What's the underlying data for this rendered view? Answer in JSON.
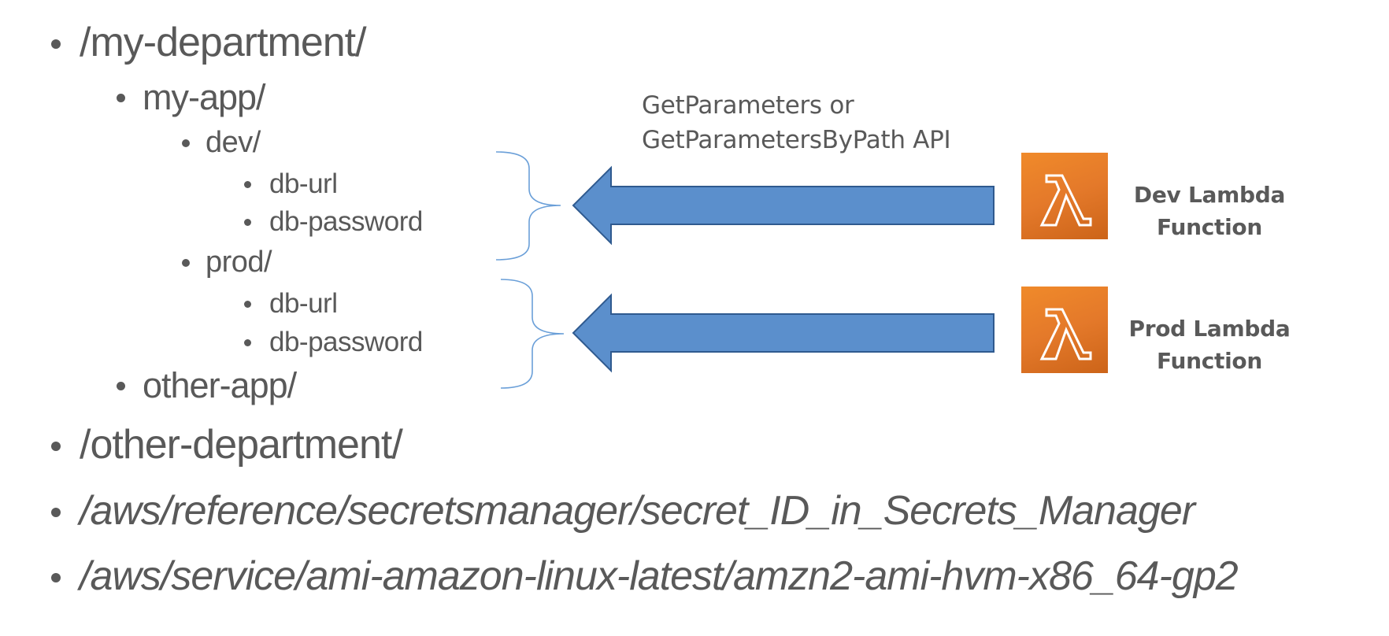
{
  "tree": {
    "my_department": "/my-department/",
    "my_app": "my-app/",
    "dev": "dev/",
    "dev_db_url": "db-url",
    "dev_db_password": "db-password",
    "prod": "prod/",
    "prod_db_url": "db-url",
    "prod_db_password": "db-password",
    "other_app": "other-app/",
    "other_department": "/other-department/",
    "aws_reference": "/aws/reference/secretsmanager/secret_ID_in_Secrets_Manager",
    "aws_service": "/aws/service/ami-amazon-linux-latest/amzn2-ami-hvm-x86_64-gp2"
  },
  "api_label": {
    "line1": "GetParameters or",
    "line2": "GetParametersByPath API"
  },
  "dev_function": {
    "line1": "Dev Lambda",
    "line2": "Function",
    "icon": "lambda-icon"
  },
  "prod_function": {
    "line1": "Prod Lambda",
    "line2": "Function",
    "icon": "lambda-icon"
  },
  "colors": {
    "arrow_fill": "#5b8fcc",
    "arrow_stroke": "#2f5a8f",
    "brace": "#6a9fd8",
    "lambda_orange": "#e07a26",
    "text": "#595959"
  }
}
